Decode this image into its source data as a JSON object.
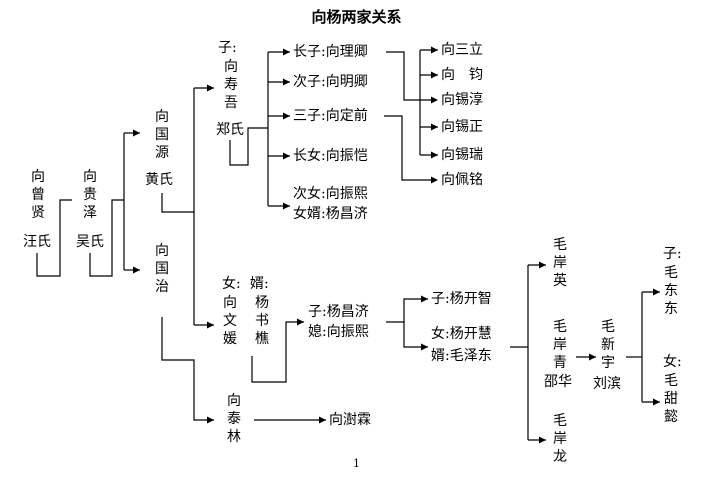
{
  "title": "向杨两家关系",
  "page_number": "1",
  "gen1": {
    "husband": "向曾贤",
    "wife": "汪氏"
  },
  "gen2": {
    "husband": "向贵泽",
    "wife": "吴氏"
  },
  "gen3": {
    "branch_a": {
      "husband": "向国源",
      "wife": "黄氏"
    },
    "branch_b": {
      "name": "向国治"
    }
  },
  "gen4": {
    "shou_wu": {
      "prefix": "子:",
      "husband": "向寿吾",
      "wife": "郑氏"
    },
    "wen_yuan": {
      "wife_label": "女:",
      "wife": "向文媛",
      "husband_label": "婿:",
      "husband": "杨书樵"
    },
    "tai_lin": {
      "name": "向泰林"
    }
  },
  "gen5": {
    "li_qing": "长子:向理卿",
    "ming_qing": "次子:向明卿",
    "ding_qian": "三子:向定前",
    "zhen_kai": "长女:向振恺",
    "zhen_xi": "次女:向振熙",
    "yang_changji_son_in_law": "女婿:杨昌济",
    "yang_changji": "子:杨昌济",
    "zhen_xi_wife": "媳:向振熙",
    "xiang_shulin": "向澍霖"
  },
  "gen6": {
    "san_li": "向三立",
    "jun": "向　钧",
    "xi_chun": "向锡淳",
    "xi_zheng": "向锡正",
    "xi_rui": "向锡瑞",
    "pei_ming": "向佩铭",
    "yang_kaizhi": "子:杨开智",
    "yang_kaihui": "女:杨开慧",
    "mao_zedong": "婿:毛泽东"
  },
  "gen7": {
    "an_ying": "毛岸英",
    "an_qing": "毛岸青",
    "shao_hua": "邵华",
    "an_long": "毛岸龙"
  },
  "gen8": {
    "xin_yu": "毛新宇",
    "liu_bin": "刘滨"
  },
  "gen9": {
    "son_label": "子:",
    "dong_dong": "毛东东",
    "daughter_label": "女:",
    "tian_yi": "毛甜懿"
  },
  "colors": {
    "line": "#000000",
    "text": "#000000",
    "background": "#ffffff"
  }
}
